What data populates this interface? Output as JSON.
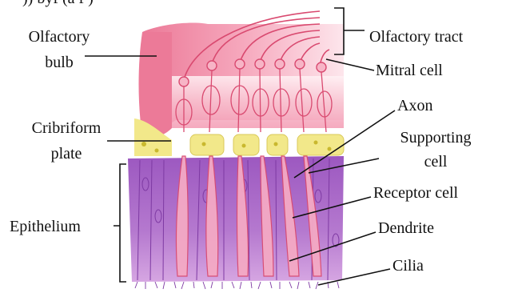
{
  "fragment_top": ")) byf (a f )",
  "labels": {
    "olfactory_bulb_line1": "Olfactory",
    "olfactory_bulb_line2": "bulb",
    "olfactory_tract": "Olfactory tract",
    "mitral_cell": "Mitral cell",
    "axon": "Axon",
    "cribriform_line1": "Cribriform",
    "cribriform_line2": "plate",
    "supporting_line1": "Supporting",
    "supporting_line2": "cell",
    "receptor_cell": "Receptor cell",
    "epithelium": "Epithelium",
    "dendrite": "Dendrite",
    "cilia": "Cilia"
  },
  "colors": {
    "bulb_pink": "#f08ba6",
    "bulb_light": "#fbd3dd",
    "neuron_stroke": "#d94a70",
    "plate_yellow": "#f2e88a",
    "plate_spot": "#c9b82e",
    "epithelium_purple": "#a866c6",
    "epithelium_light": "#d79be0",
    "receptor_pink": "#f4a9c4",
    "leader_line": "#111111"
  }
}
